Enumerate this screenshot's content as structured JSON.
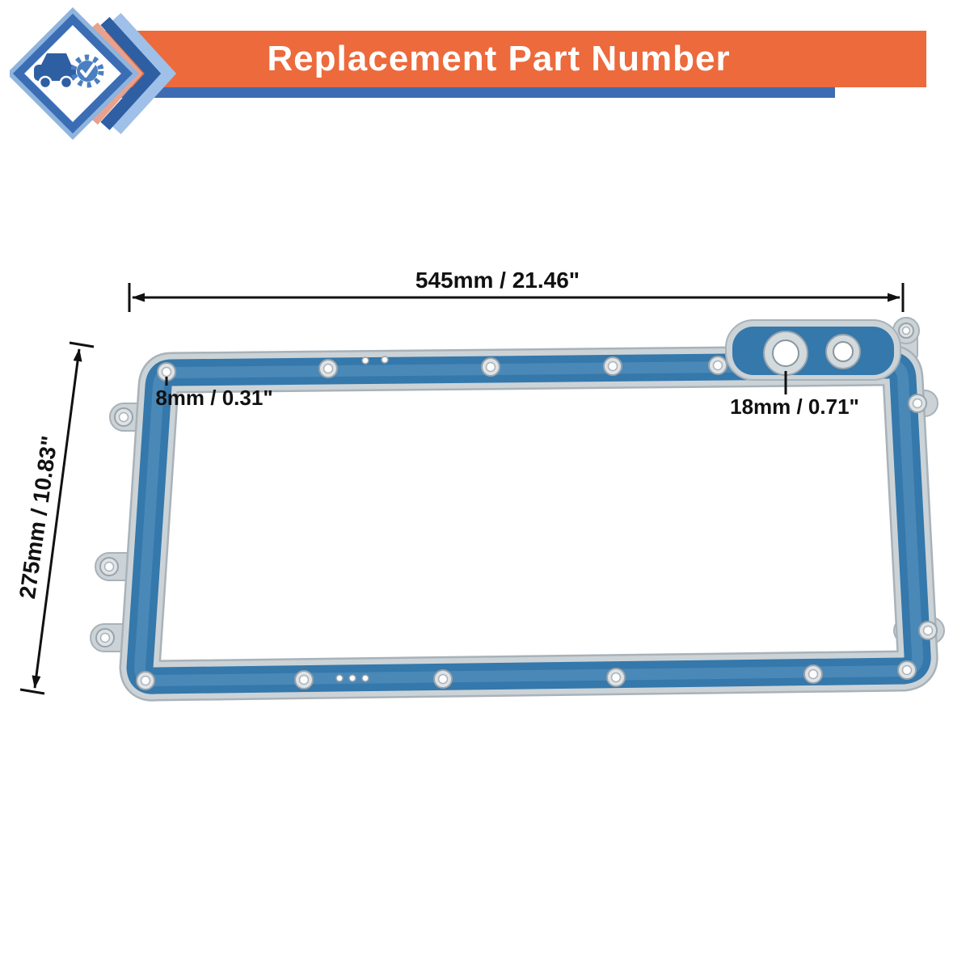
{
  "banner": {
    "title": "Replacement Part Number"
  },
  "annotations": {
    "width": "545mm / 21.46\"",
    "height": "275mm / 10.83\"",
    "small_hole": "8mm / 0.31\"",
    "large_hole": "18mm / 0.71\""
  },
  "icons": {
    "logo": "auto-parts-brand-logo",
    "logo_parts": [
      "chevron-decoration",
      "diamond-frame",
      "truck-icon",
      "gear-icon"
    ]
  },
  "colors": {
    "banner_orange": "#ec6a3c",
    "banner_blue": "#3d6cb3",
    "gasket_blue": "#3578ab",
    "gasket_blue_highlight": "#5e97c0",
    "metal_gray": "#ccd3d7",
    "metal_gray_dark": "#a8b2b9",
    "annotation_black": "#111111"
  }
}
